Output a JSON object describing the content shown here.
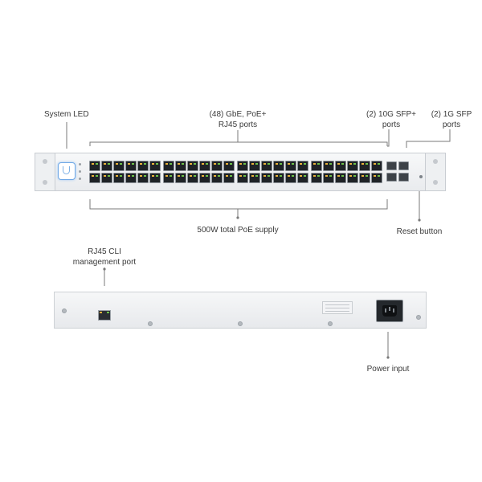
{
  "labels": {
    "system_led": "System LED",
    "gbe_ports": [
      "(48) GbE, PoE+",
      "RJ45 ports"
    ],
    "sfp_plus": [
      "(2) 10G SFP+",
      "ports"
    ],
    "sfp_1g": [
      "(2) 1G SFP",
      "ports"
    ],
    "poe_supply": "500W total PoE supply",
    "reset_button": "Reset button",
    "cli_port": [
      "RJ45 CLI",
      "management port"
    ],
    "power_input": "Power input"
  },
  "device": {
    "rj45_port_count": 48,
    "sfp_plus_count": 2,
    "sfp_1g_count": 2,
    "led_color": "#6fa8e6",
    "port_led_amber": "#e9b23b",
    "port_led_green": "#6cc24a"
  }
}
